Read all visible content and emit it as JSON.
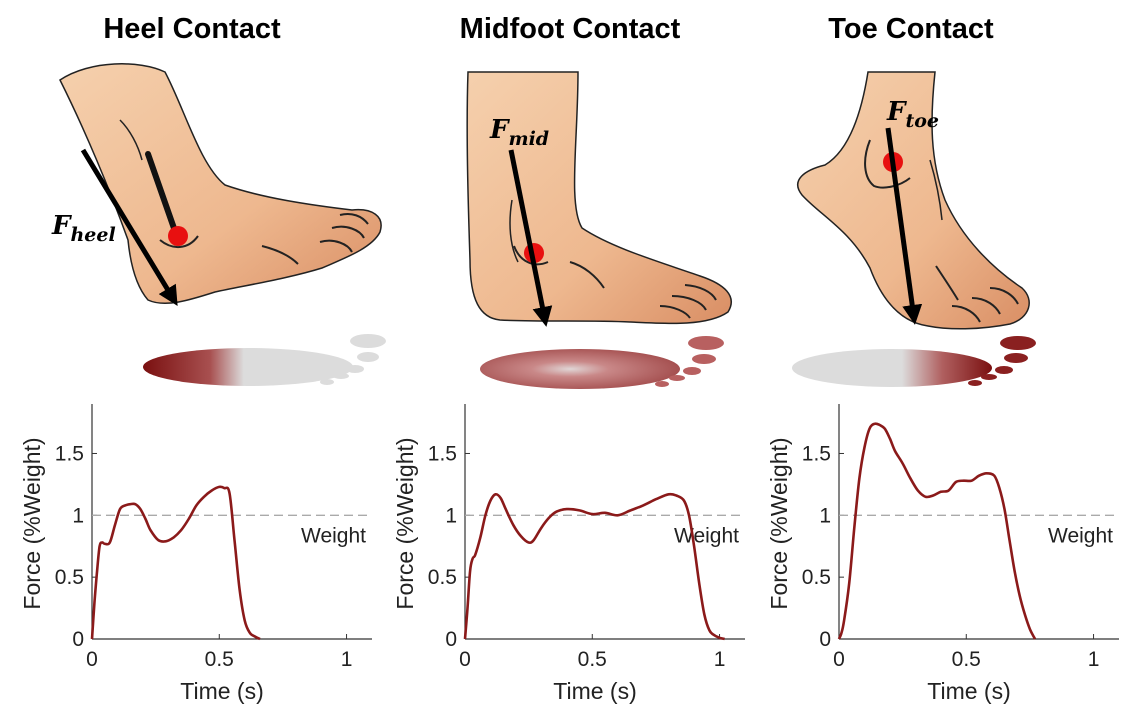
{
  "panels": [
    {
      "title": "Heel Contact",
      "force_main": "F",
      "force_sub": "heel"
    },
    {
      "title": "Midfoot Contact",
      "force_main": "F",
      "force_sub": "mid"
    },
    {
      "title": "Toe Contact",
      "force_main": "F",
      "force_sub": "toe"
    }
  ],
  "colors": {
    "line": "#8b1a1a",
    "skin": "#f2c39a",
    "skin_shade": "#d88f62",
    "pressure_dark": "#7a1010",
    "pressure_gray": "#d4d4d4",
    "joint": "#e81010",
    "reference": "#aaaaaa"
  },
  "chart_data": [
    {
      "type": "line",
      "title": "",
      "xlabel": "Time (s)",
      "ylabel": "Force (%Weight)",
      "xlim": [
        0,
        1.1
      ],
      "ylim": [
        0,
        1.9
      ],
      "xticks": [
        0,
        0.5,
        1
      ],
      "xtick_labels": [
        "0",
        "0.5",
        "1"
      ],
      "yticks": [
        0,
        0.5,
        1,
        1.5
      ],
      "ytick_labels": [
        "0",
        "0.5",
        "1",
        "1.5"
      ],
      "reference": {
        "y": 1,
        "label": "Weight",
        "style": "dashed"
      },
      "series": [
        {
          "x": [
            0,
            0.01,
            0.02,
            0.03,
            0.04,
            0.05,
            0.07,
            0.09,
            0.11,
            0.13,
            0.15,
            0.17,
            0.19,
            0.21,
            0.23,
            0.26,
            0.29,
            0.32,
            0.35,
            0.38,
            0.41,
            0.44,
            0.47,
            0.5,
            0.52,
            0.54,
            0.56,
            0.58,
            0.6,
            0.62,
            0.64,
            0.66
          ],
          "y": [
            0,
            0.3,
            0.55,
            0.75,
            0.78,
            0.77,
            0.78,
            0.92,
            1.05,
            1.08,
            1.09,
            1.09,
            1.05,
            0.97,
            0.88,
            0.8,
            0.79,
            0.82,
            0.88,
            0.97,
            1.08,
            1.15,
            1.2,
            1.23,
            1.22,
            1.18,
            0.8,
            0.4,
            0.15,
            0.05,
            0.02,
            0
          ]
        }
      ]
    },
    {
      "type": "line",
      "title": "",
      "xlabel": "Time (s)",
      "ylabel": "Force (%Weight)",
      "xlim": [
        0,
        1.1
      ],
      "ylim": [
        0,
        1.9
      ],
      "xticks": [
        0,
        0.5,
        1
      ],
      "xtick_labels": [
        "0",
        "0.5",
        "1"
      ],
      "yticks": [
        0,
        0.5,
        1,
        1.5
      ],
      "ytick_labels": [
        "0",
        "0.5",
        "1",
        "1.5"
      ],
      "reference": {
        "y": 1,
        "label": "Weight",
        "style": "dashed"
      },
      "series": [
        {
          "x": [
            0,
            0.01,
            0.02,
            0.03,
            0.04,
            0.06,
            0.08,
            0.1,
            0.12,
            0.14,
            0.16,
            0.19,
            0.22,
            0.25,
            0.27,
            0.3,
            0.33,
            0.36,
            0.4,
            0.45,
            0.5,
            0.55,
            0.6,
            0.65,
            0.7,
            0.75,
            0.8,
            0.83,
            0.86,
            0.88,
            0.9,
            0.92,
            0.94,
            0.96,
            0.98,
            1.0,
            1.02
          ],
          "y": [
            0,
            0.25,
            0.55,
            0.65,
            0.68,
            0.82,
            1.0,
            1.12,
            1.17,
            1.14,
            1.05,
            0.92,
            0.83,
            0.78,
            0.8,
            0.9,
            0.98,
            1.03,
            1.05,
            1.04,
            1.01,
            1.02,
            1.0,
            1.04,
            1.08,
            1.13,
            1.17,
            1.16,
            1.12,
            1.0,
            0.75,
            0.45,
            0.2,
            0.07,
            0.03,
            0.01,
            0
          ]
        }
      ]
    },
    {
      "type": "line",
      "title": "",
      "xlabel": "Time (s)",
      "ylabel": "Force (%Weight)",
      "xlim": [
        0,
        1.1
      ],
      "ylim": [
        0,
        1.9
      ],
      "xticks": [
        0,
        0.5,
        1
      ],
      "xtick_labels": [
        "0",
        "0.5",
        "1"
      ],
      "yticks": [
        0,
        0.5,
        1,
        1.5
      ],
      "ytick_labels": [
        "0",
        "0.5",
        "1",
        "1.5"
      ],
      "reference": {
        "y": 1,
        "label": "Weight",
        "style": "dashed"
      },
      "series": [
        {
          "x": [
            0,
            0.01,
            0.02,
            0.04,
            0.06,
            0.08,
            0.1,
            0.12,
            0.14,
            0.16,
            0.18,
            0.2,
            0.22,
            0.25,
            0.28,
            0.31,
            0.34,
            0.37,
            0.4,
            0.43,
            0.46,
            0.49,
            0.52,
            0.55,
            0.58,
            0.61,
            0.63,
            0.65,
            0.67,
            0.69,
            0.71,
            0.73,
            0.75,
            0.77
          ],
          "y": [
            0,
            0.05,
            0.15,
            0.45,
            0.9,
            1.3,
            1.55,
            1.7,
            1.74,
            1.73,
            1.7,
            1.62,
            1.52,
            1.42,
            1.3,
            1.2,
            1.15,
            1.16,
            1.19,
            1.2,
            1.27,
            1.28,
            1.28,
            1.32,
            1.34,
            1.32,
            1.22,
            1.05,
            0.8,
            0.55,
            0.35,
            0.2,
            0.08,
            0
          ]
        }
      ]
    }
  ]
}
